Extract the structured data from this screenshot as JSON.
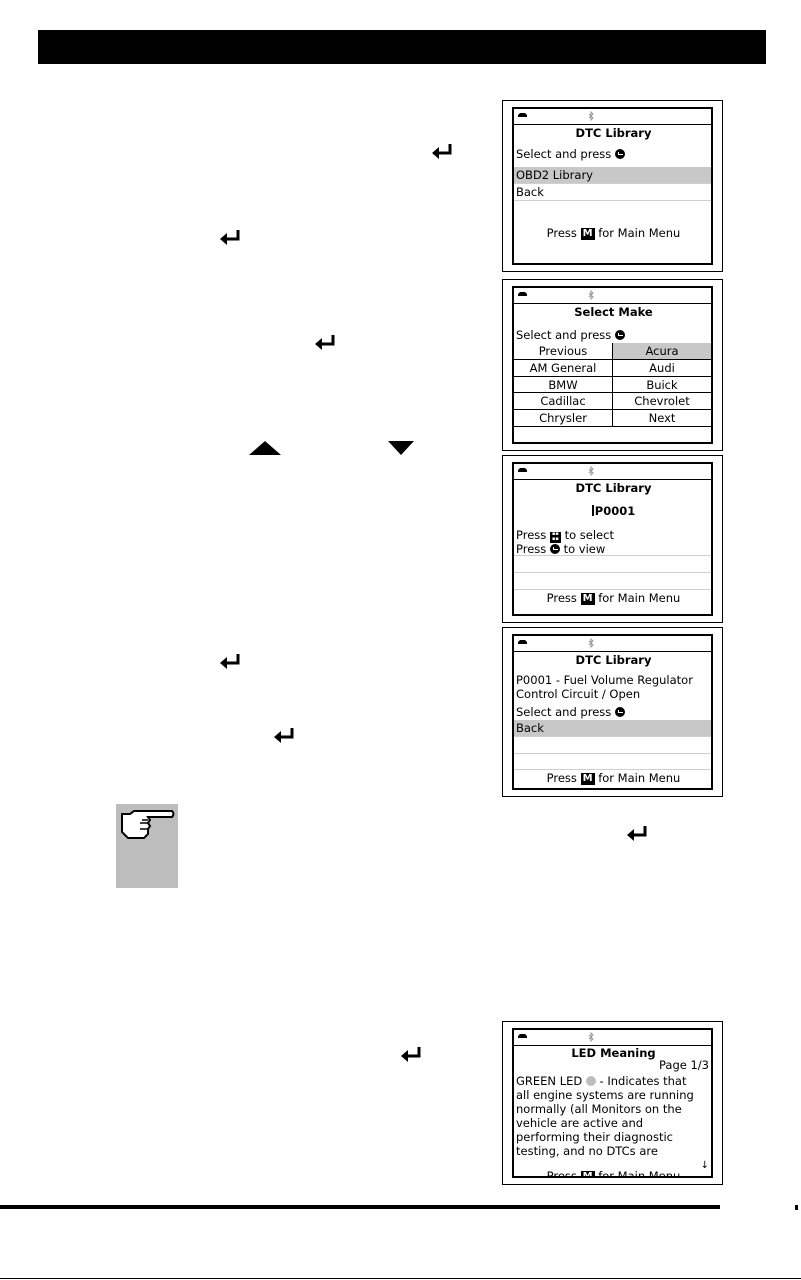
{
  "screens": {
    "s1": {
      "title": "DTC Library",
      "prompt": "Select and press",
      "items": [
        "OBD2 Library",
        "Back"
      ],
      "footer_pre": "Press",
      "footer_key": "M",
      "footer_post": "for Main Menu"
    },
    "s2": {
      "title": "Select Make",
      "prompt": "Select and press",
      "grid": [
        [
          "Previous",
          "Acura"
        ],
        [
          "AM General",
          "Audi"
        ],
        [
          "BMW",
          "Buick"
        ],
        [
          "Cadillac",
          "Chevrolet"
        ],
        [
          "Chrysler",
          "Next"
        ]
      ]
    },
    "s3": {
      "title": "DTC Library",
      "code": "P0001",
      "line1_pre": "Press",
      "line1_post": "to select",
      "line2_pre": "Press",
      "line2_post": "to view",
      "footer_pre": "Press",
      "footer_key": "M",
      "footer_post": "for Main Menu"
    },
    "s4": {
      "title": "DTC Library",
      "desc1": "P0001 - Fuel Volume Regulator",
      "desc2": "Control Circuit / Open",
      "prompt": "Select and press",
      "item": "Back",
      "footer_pre": "Press",
      "footer_key": "M",
      "footer_post": "for Main Menu"
    },
    "s5": {
      "title": "LED Meaning",
      "page": "Page 1/3",
      "line1_pre": "GREEN LED",
      "line1_post": "- Indicates that",
      "lines": [
        "all engine systems are running",
        "normally (all Monitors on the",
        "vehicle are active and",
        "performing their diagnostic",
        "testing, and no DTCs are"
      ],
      "scroll": "↓",
      "footer_pre": "Press",
      "footer_key": "M",
      "footer_post": "for Main Menu"
    }
  }
}
